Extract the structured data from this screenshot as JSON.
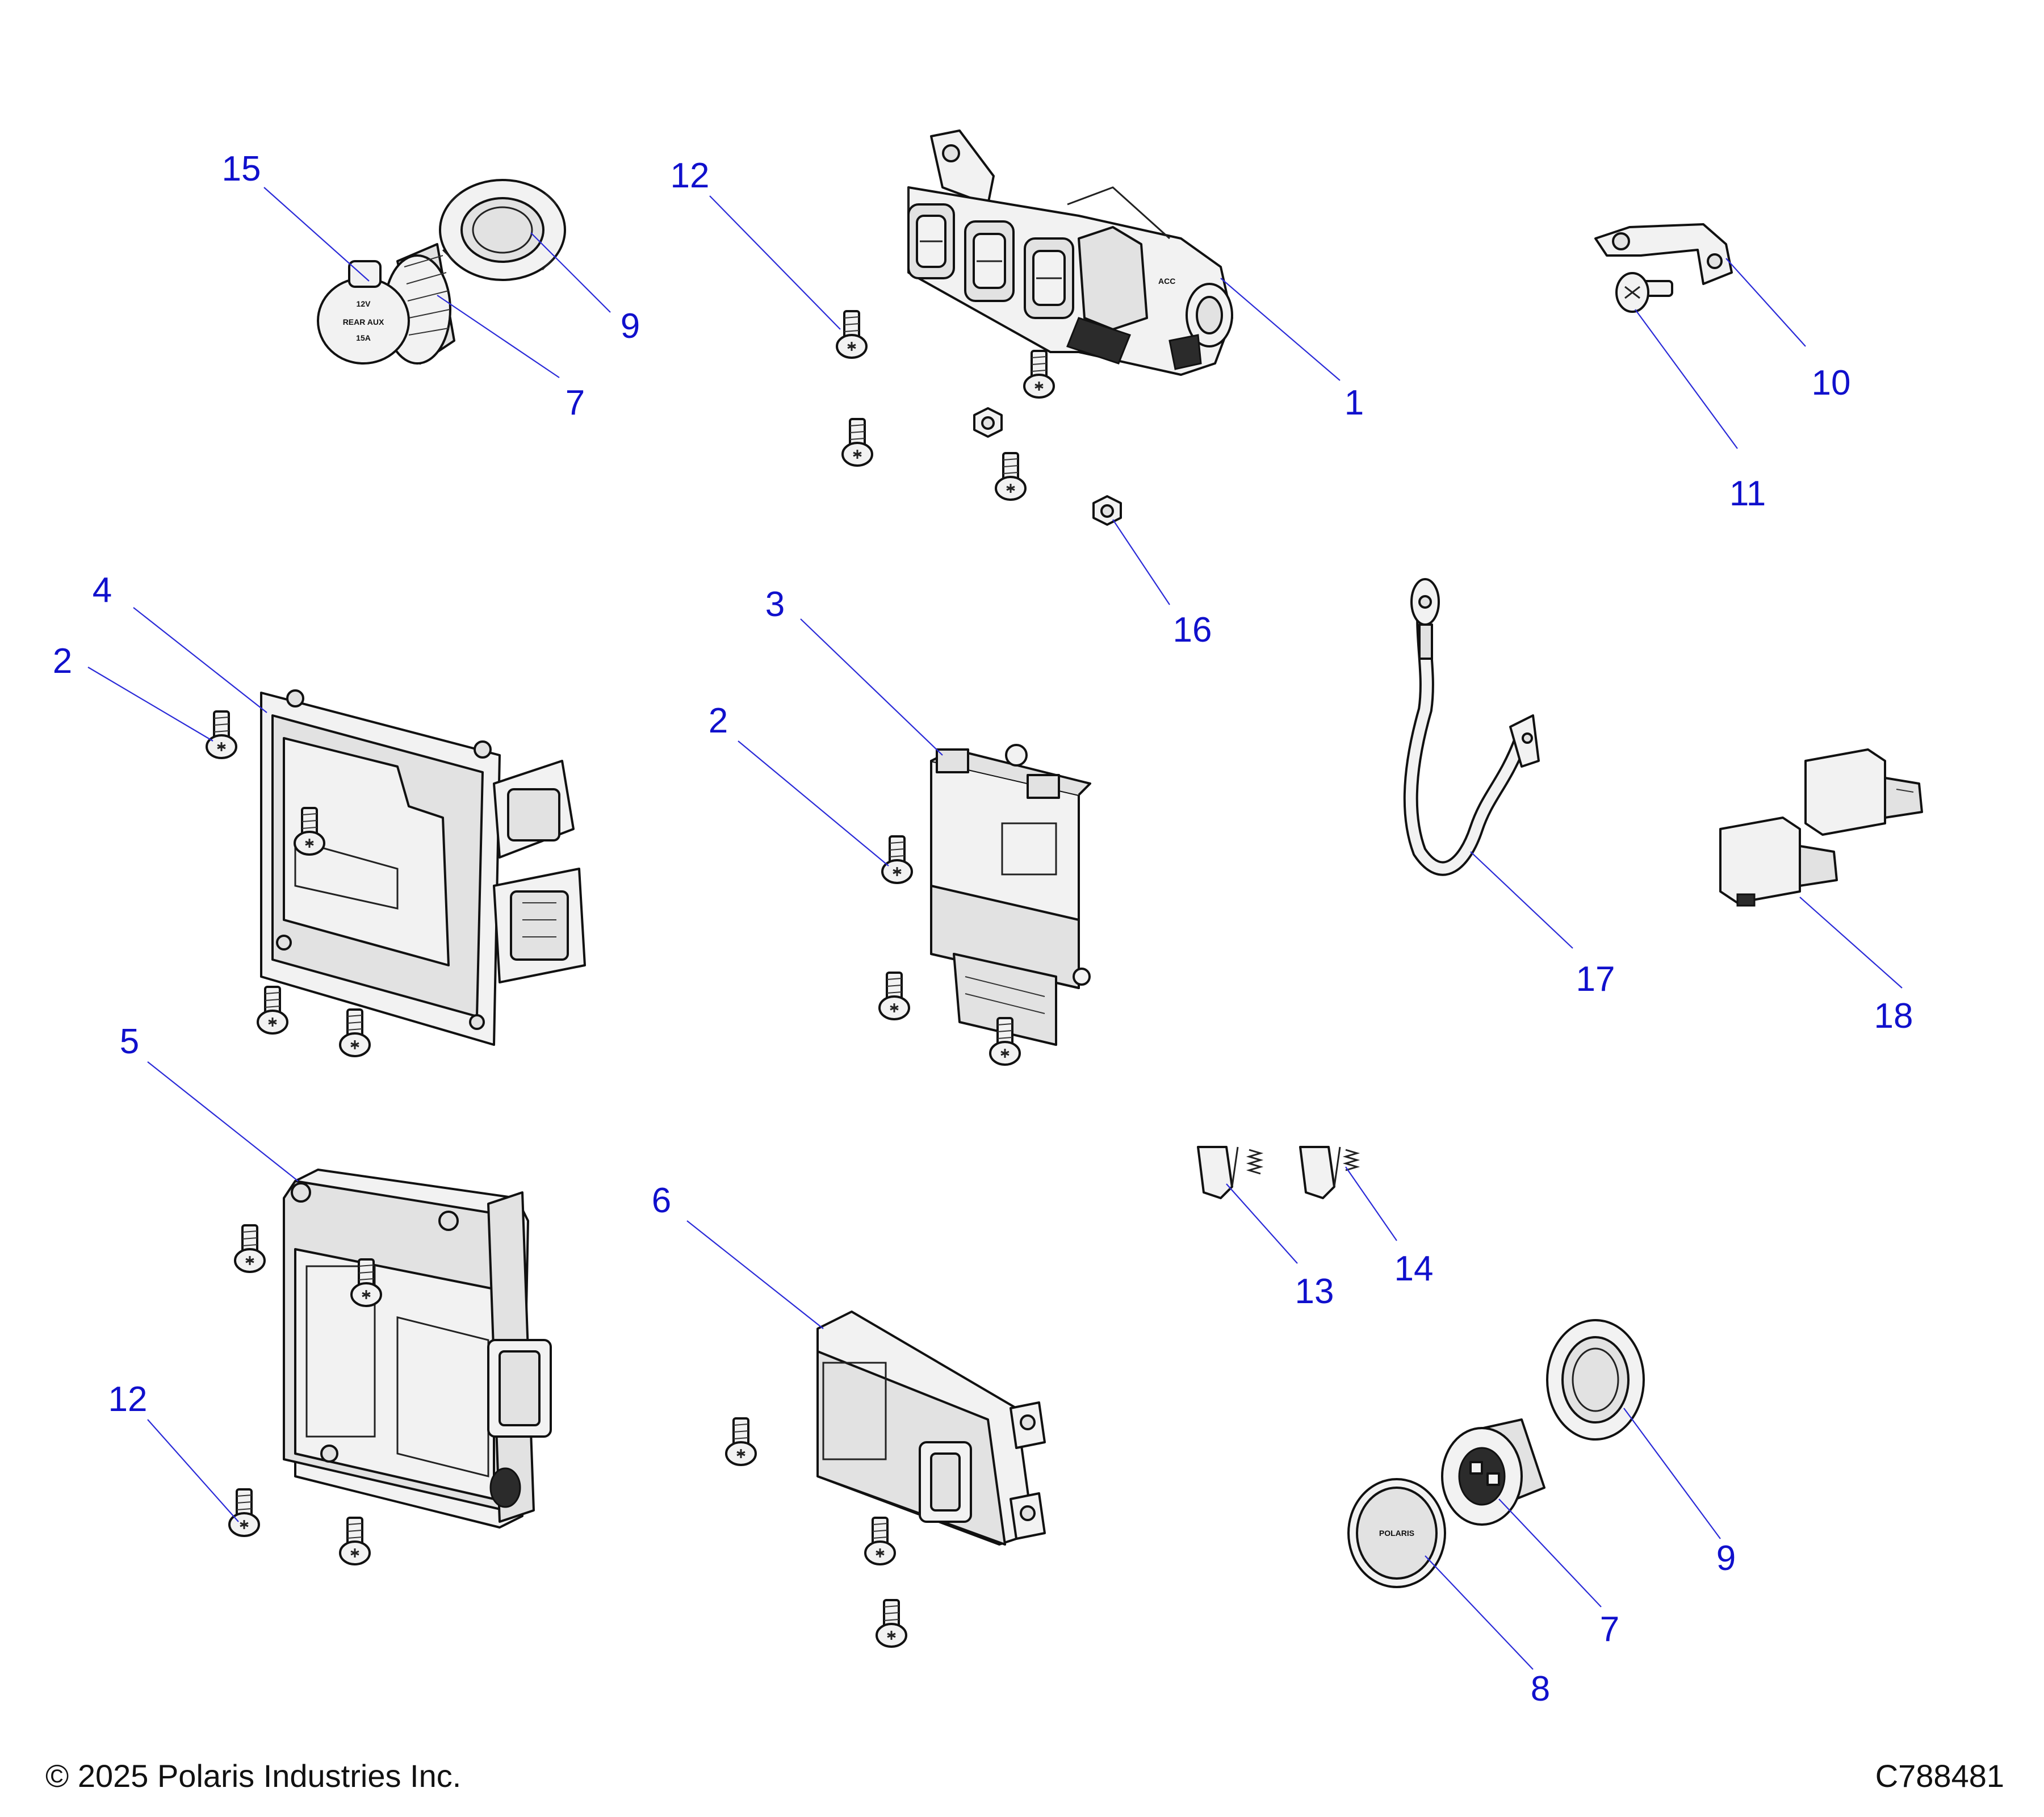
{
  "footer": {
    "copyright": "© 2025 Polaris Industries Inc.",
    "drawing_number": "C788481"
  },
  "callouts": [
    {
      "id": "c15a",
      "label": "15"
    },
    {
      "id": "c9a",
      "label": "9"
    },
    {
      "id": "c7a",
      "label": "7"
    },
    {
      "id": "c12a",
      "label": "12"
    },
    {
      "id": "c1",
      "label": "1"
    },
    {
      "id": "c10",
      "label": "10"
    },
    {
      "id": "c11",
      "label": "11"
    },
    {
      "id": "c16",
      "label": "16"
    },
    {
      "id": "c4",
      "label": "4"
    },
    {
      "id": "c2a",
      "label": "2"
    },
    {
      "id": "c3",
      "label": "3"
    },
    {
      "id": "c2b",
      "label": "2"
    },
    {
      "id": "c17",
      "label": "17"
    },
    {
      "id": "c18",
      "label": "18"
    },
    {
      "id": "c5",
      "label": "5"
    },
    {
      "id": "c6",
      "label": "6"
    },
    {
      "id": "c13",
      "label": "13"
    },
    {
      "id": "c14",
      "label": "14"
    },
    {
      "id": "c12b",
      "label": "12"
    },
    {
      "id": "c9b",
      "label": "9"
    },
    {
      "id": "c7b",
      "label": "7"
    },
    {
      "id": "c8",
      "label": "8"
    }
  ],
  "part_markings": {
    "aux_cap_12v": "12V",
    "aux_cap_rear": "REAR AUX",
    "aux_cap_amps": "15A",
    "relay_acc": "ACC",
    "usb_cap_brand": "POLARIS"
  }
}
